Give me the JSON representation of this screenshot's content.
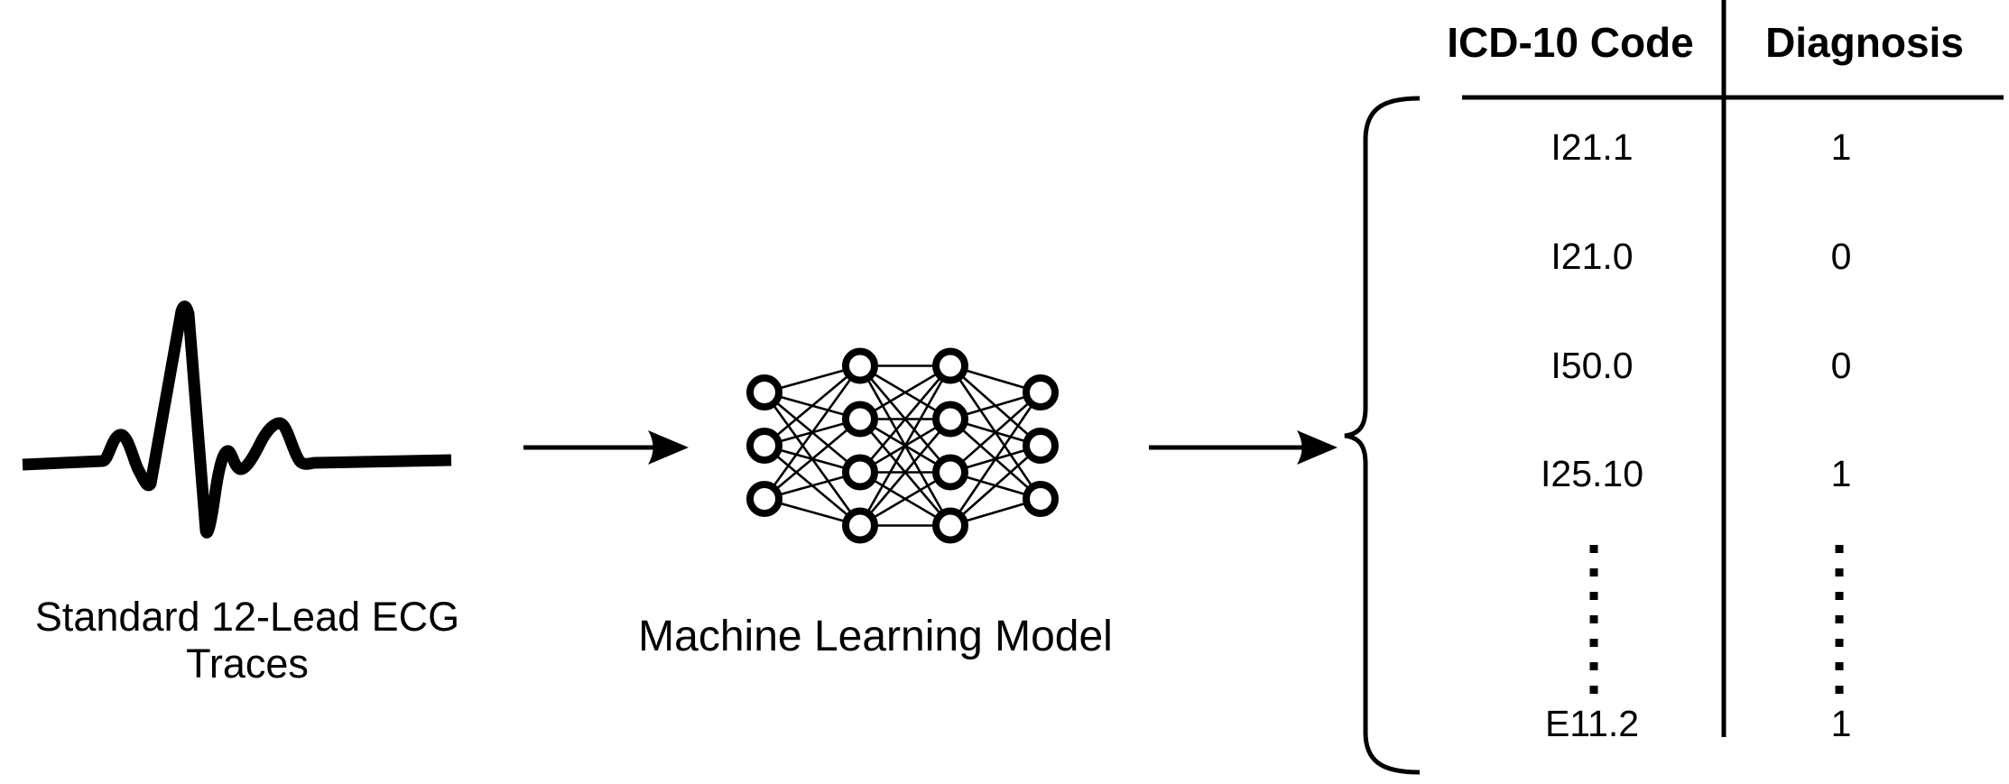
{
  "background_color": "#ffffff",
  "ink_color": "#000000",
  "ecg": {
    "icon": "ecg-waveform-icon",
    "label_line1": "Standard 12-Lead ECG",
    "label_line2": "Traces"
  },
  "model": {
    "icon": "neural-network-icon",
    "label": "Machine Learning Model",
    "layers": [
      3,
      4,
      4,
      3
    ]
  },
  "flow": {
    "arrow_input_to_model": "right-arrow",
    "arrow_model_to_output": "right-arrow",
    "output_brace": "left-curly-brace"
  },
  "table": {
    "headers": [
      "ICD-10 Code",
      "Diagnosis"
    ],
    "rows": [
      {
        "code": "I21.1",
        "diagnosis": "1"
      },
      {
        "code": "I21.0",
        "diagnosis": "0"
      },
      {
        "code": "I50.0",
        "diagnosis": "0"
      },
      {
        "code": "I25.10",
        "diagnosis": "1"
      },
      {
        "code": "E11.2",
        "diagnosis": "1"
      }
    ],
    "ellipsis_dots_per_column": 7
  }
}
